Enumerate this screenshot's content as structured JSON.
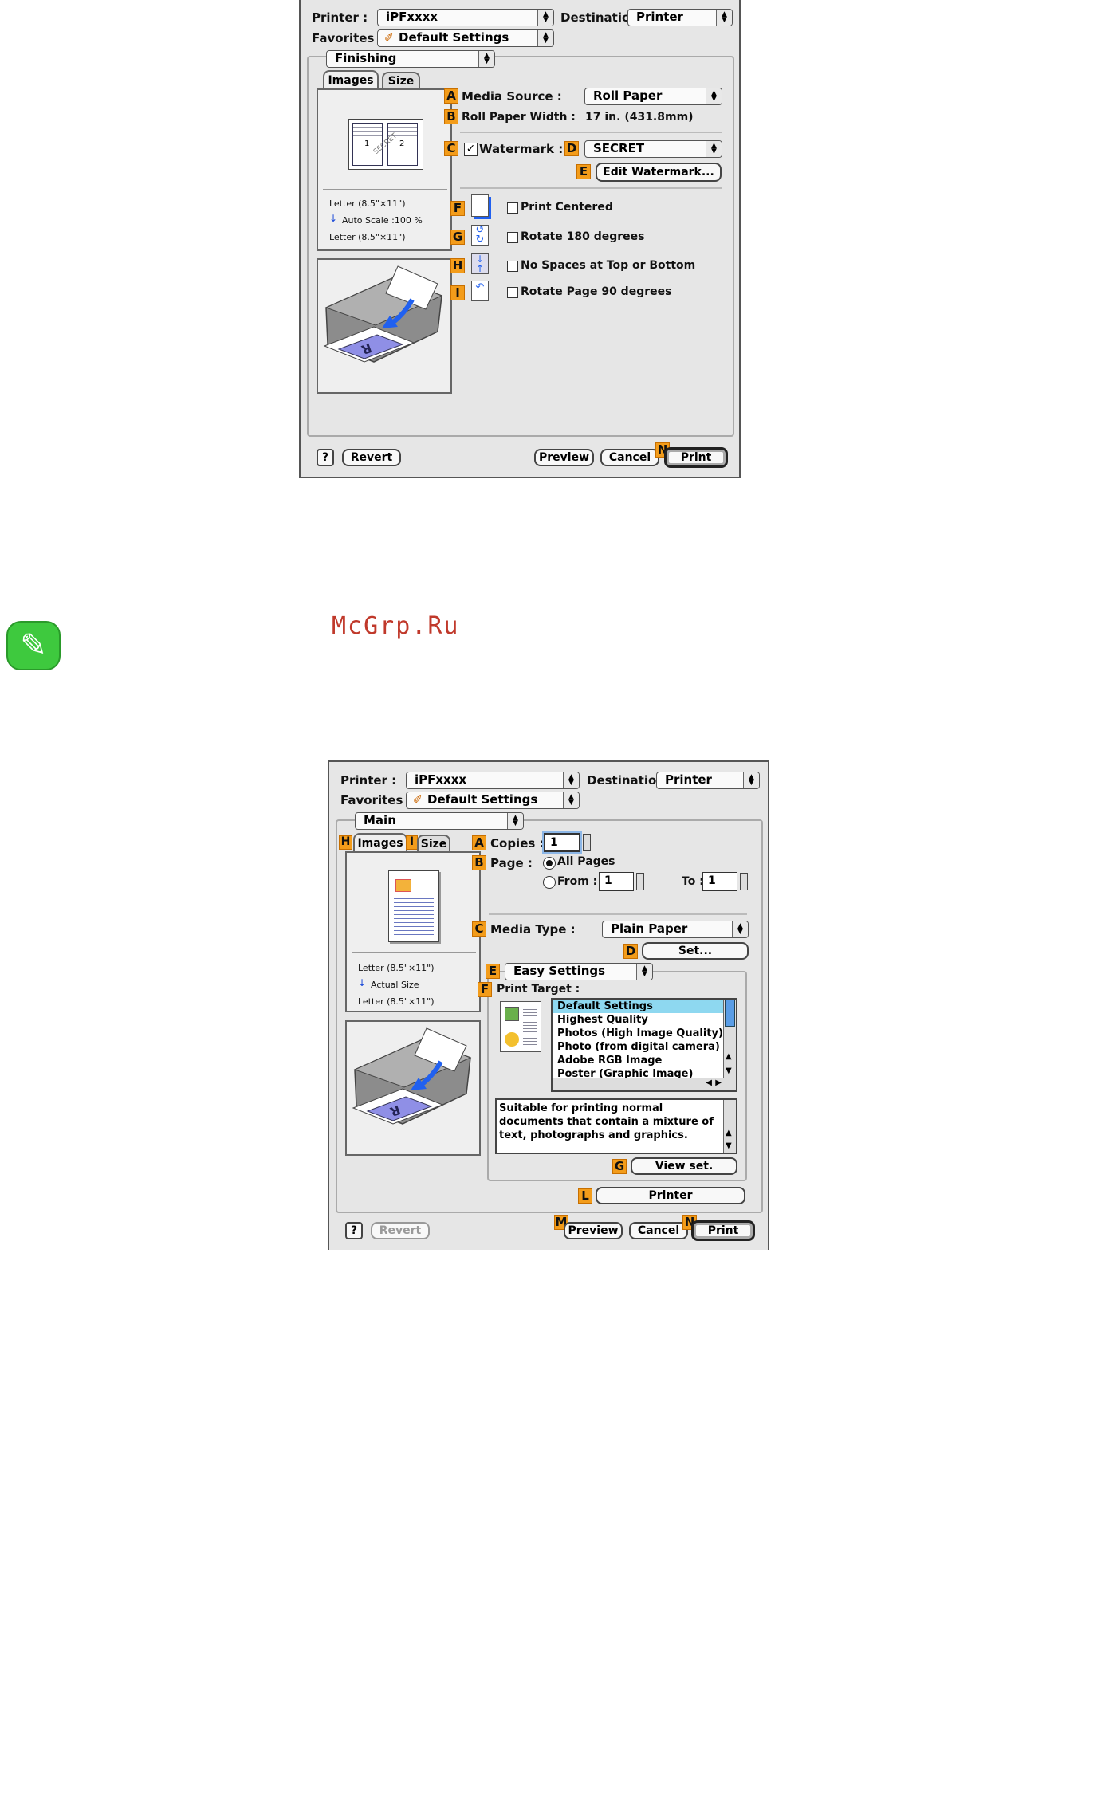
{
  "dialog1": {
    "printer_label": "Printer :",
    "printer_value": "iPFxxxx",
    "destination_label": "Destination :",
    "destination_value": "Printer",
    "favorites_label": "Favorites :",
    "favorites_value": "Default Settings",
    "panel_value": "Finishing",
    "tab_images": "Images",
    "tab_size": "Size",
    "media_source_label": "Media Source :",
    "media_source_value": "Roll Paper",
    "roll_width_label": "Roll Paper Width :",
    "roll_width_value": "17 in. (431.8mm)",
    "watermark_label": "Watermark :",
    "watermark_value": "SECRET",
    "edit_watermark": "Edit Watermark...",
    "print_centered": "Print Centered",
    "rotate_180": "Rotate 180 degrees",
    "no_spaces": "No Spaces at Top or Bottom",
    "rotate_90": "Rotate Page 90 degrees",
    "paper_line1": "Letter (8.5\"×11\")",
    "scale_text": "Auto Scale :100 %",
    "paper_line2": "Letter (8.5\"×11\")",
    "preview_label_1": "1",
    "preview_label_2": "2",
    "preview_watermark": "SECRET",
    "revert": "Revert",
    "preview": "Preview",
    "cancel": "Cancel",
    "print": "Print",
    "badges": {
      "a": "A",
      "b": "B",
      "c": "C",
      "d": "D",
      "e": "E",
      "f": "F",
      "g": "G",
      "h": "H",
      "i": "I",
      "n": "N"
    }
  },
  "watermark_text": "McGrp.Ru",
  "dialog2": {
    "printer_label": "Printer :",
    "printer_value": "iPFxxxx",
    "destination_label": "Destination :",
    "destination_value": "Printer",
    "favorites_label": "Favorites :",
    "favorites_value": "Default Settings",
    "panel_value": "Main",
    "tab_images": "Images",
    "tab_size": "Size",
    "copies_label": "Copies :",
    "copies_value": "1",
    "page_label": "Page :",
    "all_pages": "All Pages",
    "from_label": "From :",
    "from_value": "1",
    "to_label": "To :",
    "to_value": "1",
    "media_type_label": "Media Type :",
    "media_type_value": "Plain Paper",
    "set_button": "Set...",
    "easy_settings_value": "Easy Settings",
    "print_target_label": "Print Target :",
    "targets": [
      "Default Settings",
      "Highest Quality",
      "Photos (High Image Quality)",
      "Photo (from digital camera)",
      "Adobe RGB Image",
      "Poster (Graphic Image)"
    ],
    "description": "Suitable for printing normal documents that contain a mixture of text, photographs and graphics.",
    "view_set": "View set.",
    "printer_button": "Printer",
    "paper_line1": "Letter (8.5\"×11\")",
    "scale_text": "Actual Size",
    "paper_line2": "Letter (8.5\"×11\")",
    "revert": "Revert",
    "preview": "Preview",
    "cancel": "Cancel",
    "print": "Print",
    "badges": {
      "a": "A",
      "b": "B",
      "c": "C",
      "d": "D",
      "e": "E",
      "f": "F",
      "g": "G",
      "h": "H",
      "i": "I",
      "l": "L",
      "m": "M",
      "n": "N"
    }
  },
  "colors": {
    "badge": "#f39c1a",
    "list_selection": "#8ed8f0",
    "note_icon": "#3ec93e",
    "watermark": "#c0392b"
  }
}
